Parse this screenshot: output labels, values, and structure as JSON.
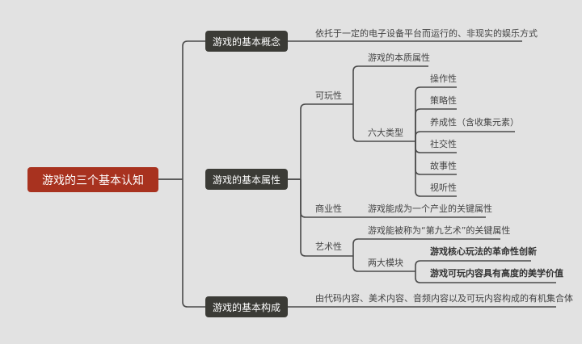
{
  "root": "游戏的三个基本认知",
  "branches": {
    "concept": {
      "label": "游戏的基本概念",
      "desc": "依托于一定的电子设备平台而运行的、非现实的娱乐方式"
    },
    "attributes": {
      "label": "游戏的基本属性",
      "playability": {
        "label": "可玩性",
        "essence": "游戏的本质属性",
        "six_types": {
          "label": "六大类型",
          "items": [
            "操作性",
            "策略性",
            "养成性（含收集元素）",
            "社交性",
            "故事性",
            "视听性"
          ]
        }
      },
      "commercial": {
        "label": "商业性",
        "desc": "游戏能成为一个产业的关键属性"
      },
      "art": {
        "label": "艺术性",
        "desc": "游戏能被称为“第九艺术”的关键属性",
        "two_modules": {
          "label": "两大模块",
          "items": [
            "游戏核心玩法的革命性创新",
            "游戏可玩内容具有高度的美学价值"
          ]
        }
      }
    },
    "composition": {
      "label": "游戏的基本构成",
      "desc": "由代码内容、美术内容、音频内容以及可玩内容构成的有机集合体"
    }
  },
  "colors": {
    "root": "#a8321f",
    "node": "#3b3b36",
    "line": "#4a4a4a",
    "background": "#e2e2e2"
  }
}
